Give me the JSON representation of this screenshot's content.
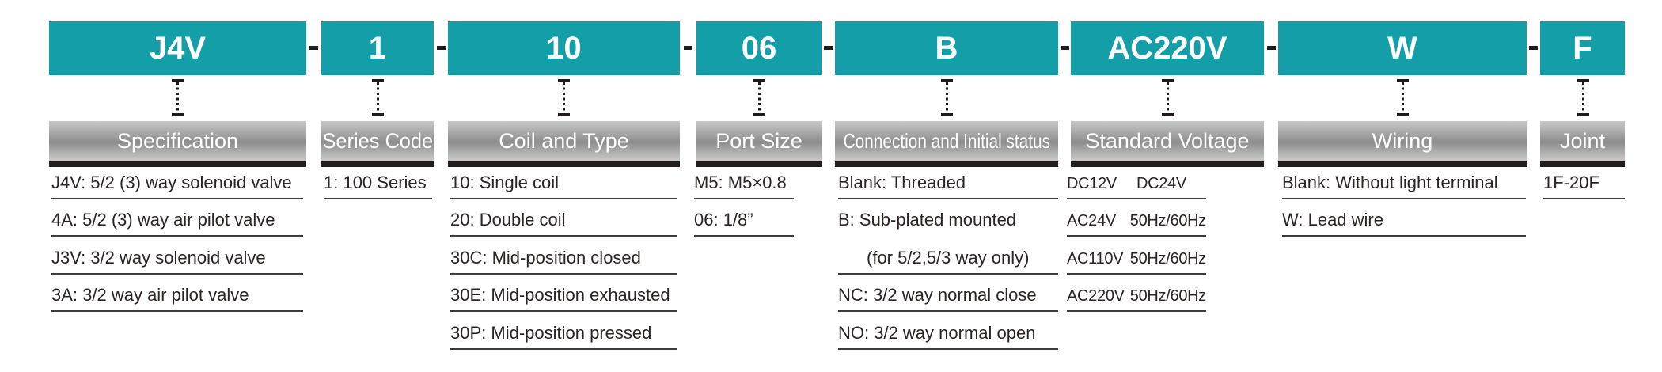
{
  "diagram_title": "valve ordering code",
  "separator": "-",
  "colors": {
    "accent_teal": "#149ea7",
    "header_gradient_mid": "#8d8d8d",
    "header_underline_dark": "#241d1d",
    "body_text": "#2b2424",
    "rule_line": "#3d3d3d",
    "marks": "#1f1b1b"
  },
  "columns": [
    {
      "code": "J4V",
      "header": "Specification",
      "items": [
        {
          "text": "J4V: 5/2 (3) way solenoid valve"
        },
        {
          "text": "4A: 5/2 (3) way air pilot valve"
        },
        {
          "text": "J3V: 3/2 way solenoid valve"
        },
        {
          "text": "3A: 3/2 way air pilot valve"
        }
      ]
    },
    {
      "code": "1",
      "header": "Series Code",
      "items": [
        {
          "text": "1: 100 Series"
        }
      ]
    },
    {
      "code": "10",
      "header": "Coil and Type",
      "items": [
        {
          "text": "10: Single coil"
        },
        {
          "text": "20: Double coil"
        },
        {
          "text": "30C: Mid-position closed"
        },
        {
          "text": "30E: Mid-position exhausted"
        },
        {
          "text": "30P: Mid-position pressed"
        }
      ]
    },
    {
      "code": "06",
      "header": "Port Size",
      "items": [
        {
          "text": "M5: M5×0.8"
        },
        {
          "text": "06:  1/8”"
        }
      ]
    },
    {
      "code": "B",
      "header": "Connection and Initial status",
      "items": [
        {
          "text": "Blank: Threaded"
        },
        {
          "text": "B: Sub-plated mounted"
        },
        {
          "text": "(for 5/2,5/3 way only)"
        },
        {
          "text": "NC: 3/2 way normal close"
        },
        {
          "text": "NO: 3/2 way normal open"
        }
      ]
    },
    {
      "code": "AC220V",
      "header": "Standard Voltage",
      "items": [
        {
          "c1": "DC12V",
          "c2": "DC24V"
        },
        {
          "c1": "AC24V",
          "c2": "50Hz/60Hz"
        },
        {
          "c1": "AC110V",
          "c2": "50Hz/60Hz"
        },
        {
          "c1": "AC220V",
          "c2": "50Hz/60Hz"
        }
      ]
    },
    {
      "code": "W",
      "header": "Wiring",
      "items": [
        {
          "text": "Blank:  Without light terminal"
        },
        {
          "text": "W:  Lead wire"
        }
      ]
    },
    {
      "code": "F",
      "header": "Joint",
      "items": [
        {
          "text": "1F-20F"
        }
      ]
    }
  ]
}
